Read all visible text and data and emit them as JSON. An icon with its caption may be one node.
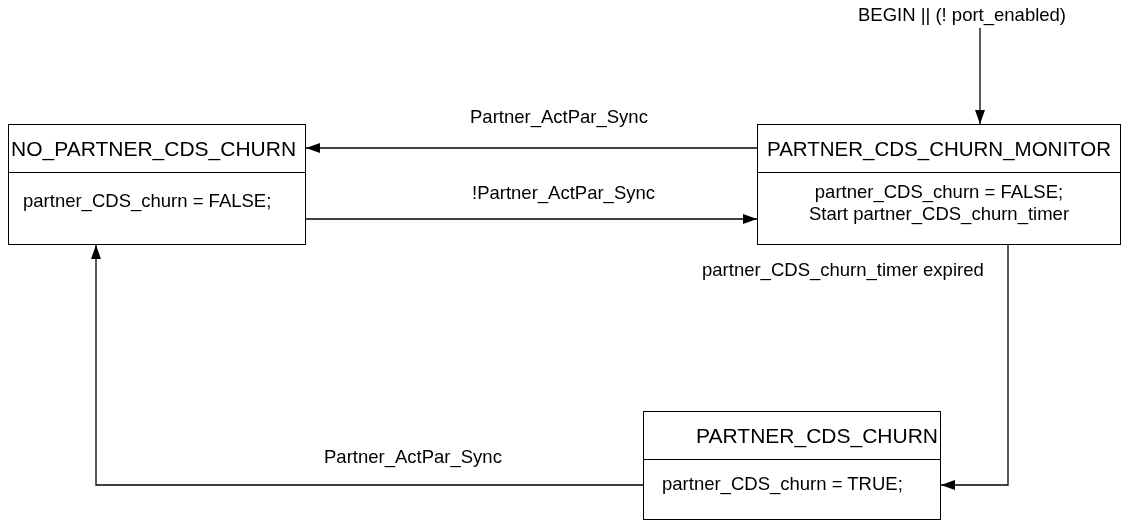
{
  "diagram": {
    "nodes": [
      {
        "text": [
          "BEGIN || (! port_enabled)"
        ]
      },
      {
        "text": [
          "NO_PARTNER_CDS_CHURN",
          "partner_CDS_churn = FALSE;"
        ]
      },
      {
        "text": [
          "PARTNER_CDS_CHURN_MONITOR",
          "partner_CDS_churn = FALSE; Start partner_CDS_churn_timer"
        ]
      },
      {
        "text": [
          "PARTNER_CDS_CHURN",
          "partner_CDS_churn = TRUE;"
        ]
      }
    ],
    "edges": [
      {
        "from": 0,
        "to": 2,
        "arrow": "to"
      },
      {
        "from": 2,
        "to": 1,
        "arrow": "to",
        "label": "Partner_ActPar_Sync"
      },
      {
        "from": 1,
        "to": 2,
        "arrow": "to",
        "label": "!Partner_ActPar_Sync"
      },
      {
        "from": 2,
        "to": 3,
        "arrow": "to",
        "label": "partner_CDS_churn_timer expired"
      },
      {
        "from": 3,
        "to": 1,
        "arrow": "to",
        "label": "Partner_ActPar_Sync"
      }
    ]
  }
}
